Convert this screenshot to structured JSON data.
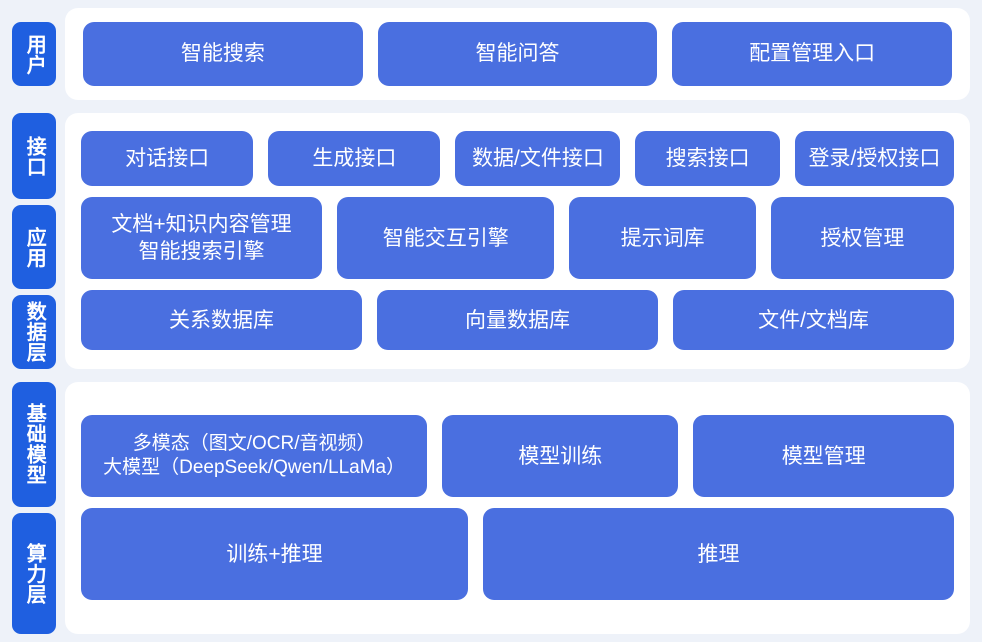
{
  "colors": {
    "background": "#eef2f9",
    "panel": "#ffffff",
    "tab": "#1f5fe0",
    "box": "#4a6fe0",
    "text_on_blue": "#ffffff"
  },
  "sections": [
    {
      "id": "user",
      "tabs": [
        {
          "label": "用户"
        }
      ],
      "rows": [
        {
          "boxes": [
            {
              "lines": [
                "智能搜索"
              ]
            },
            {
              "lines": [
                "智能问答"
              ]
            },
            {
              "lines": [
                "配置管理入口"
              ]
            }
          ]
        }
      ]
    },
    {
      "id": "interface",
      "tabs": [
        {
          "label": "接口"
        },
        {
          "label": "应用"
        },
        {
          "label": "数据层"
        }
      ],
      "rows": [
        {
          "boxes": [
            {
              "lines": [
                "对话接口"
              ]
            },
            {
              "lines": [
                "生成接口"
              ]
            },
            {
              "lines": [
                "数据/文件接口"
              ]
            },
            {
              "lines": [
                "搜索接口"
              ]
            },
            {
              "lines": [
                "登录/授权接口"
              ]
            }
          ]
        },
        {
          "boxes": [
            {
              "lines": [
                "文档+知识内容管理",
                "智能搜索引擎"
              ]
            },
            {
              "lines": [
                "智能交互引擎"
              ]
            },
            {
              "lines": [
                "提示词库"
              ]
            },
            {
              "lines": [
                "授权管理"
              ]
            }
          ]
        },
        {
          "boxes": [
            {
              "lines": [
                "关系数据库"
              ]
            },
            {
              "lines": [
                "向量数据库"
              ]
            },
            {
              "lines": [
                "文件/文档库"
              ]
            }
          ]
        }
      ]
    },
    {
      "id": "foundation",
      "tabs": [
        {
          "label": "基础模型"
        },
        {
          "label": "算力层"
        }
      ],
      "rows": [
        {
          "boxes": [
            {
              "lines": [
                "多模态（图文/OCR/音视频）",
                "大模型（DeepSeek/Qwen/LLaMa）"
              ]
            },
            {
              "lines": [
                "模型训练"
              ]
            },
            {
              "lines": [
                "模型管理"
              ]
            }
          ]
        },
        {
          "boxes": [
            {
              "lines": [
                "训练+推理"
              ]
            },
            {
              "lines": [
                "推理"
              ]
            }
          ]
        }
      ]
    }
  ]
}
